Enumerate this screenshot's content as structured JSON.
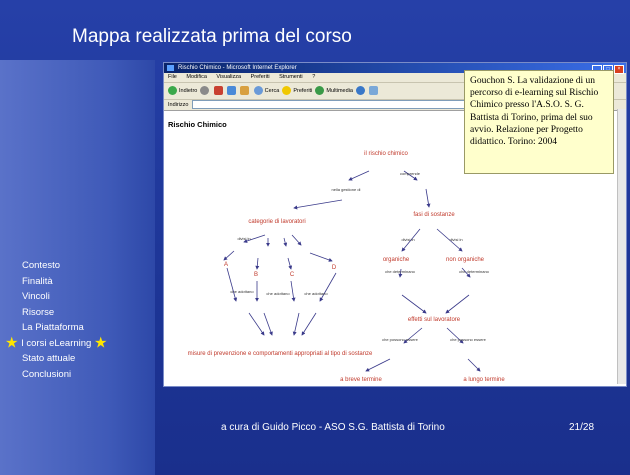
{
  "slide": {
    "title": "Mappa realizzata prima del corso",
    "footer": "a cura di Guido Picco - ASO S.G. Battista di Torino",
    "page_number": "21/28"
  },
  "nav": {
    "items": [
      {
        "label": "Contesto",
        "active": false
      },
      {
        "label": "Finalità",
        "active": false
      },
      {
        "label": "Vincoli",
        "active": false
      },
      {
        "label": "Risorse",
        "active": false
      },
      {
        "label": "La Piattaforma",
        "active": false
      },
      {
        "label": "I corsi eLearning",
        "active": true
      },
      {
        "label": "Stato attuale",
        "active": false
      },
      {
        "label": "Conclusioni",
        "active": false
      }
    ],
    "active_icon": "star-icon",
    "active_color": "#ffe600"
  },
  "browser": {
    "window_title": "Rischio Chimico - Microsoft Internet Explorer",
    "menu": [
      "File",
      "Modifica",
      "Visualizza",
      "Preferiti",
      "Strumenti",
      "?"
    ],
    "toolbar": [
      "Indietro",
      "Cerca",
      "Preferiti",
      "Multimedia"
    ],
    "address_label": "Indirizzo",
    "page_heading": "Rischio Chimico"
  },
  "concept_map": {
    "node_color": "#c0392b",
    "nodes": {
      "root": "il rischio chimico",
      "categorie": "categorie di lavoratori",
      "fasi": "fasi di sostanze",
      "organiche": "organiche",
      "non_organiche": "non organiche",
      "effetti": "effetti sul lavoratore",
      "misure": "misure di prevenzione e comportamenti appropriati al tipo di sostanze",
      "breve": "a breve termine",
      "lungo": "a lungo termine",
      "A": "A",
      "B": "B",
      "C": "C",
      "D": "D"
    },
    "links": {
      "comprende": "comprende",
      "nella": "nella gestione di",
      "divisi": "divisi in",
      "che_adottano": "che adottano",
      "che_determinano": "che determinano",
      "che_possono": "che possono essere"
    }
  },
  "note": {
    "text": "Gouchon S. La validazione di un percorso di e-learning sul Rischio Chimico presso l'A.S.O. S. G. Battista di Torino, prima del suo avvio. Relazione per Progetto didattico. Torino: 2004"
  }
}
